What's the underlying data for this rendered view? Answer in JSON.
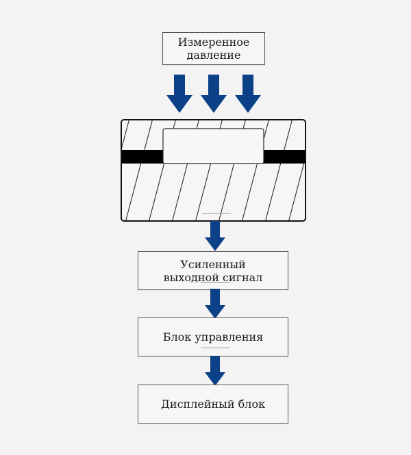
{
  "diagram": {
    "measured_pressure": "Измеренное\nдавление",
    "amplified_signal": "Усиленный\nвыходной сигнал",
    "control_unit": "Блок управления",
    "display_unit": "Дисплейный блок"
  },
  "colors": {
    "arrow": "#0d4187",
    "border": "#555555",
    "background": "#f3f3f3",
    "bar": "#000000"
  }
}
